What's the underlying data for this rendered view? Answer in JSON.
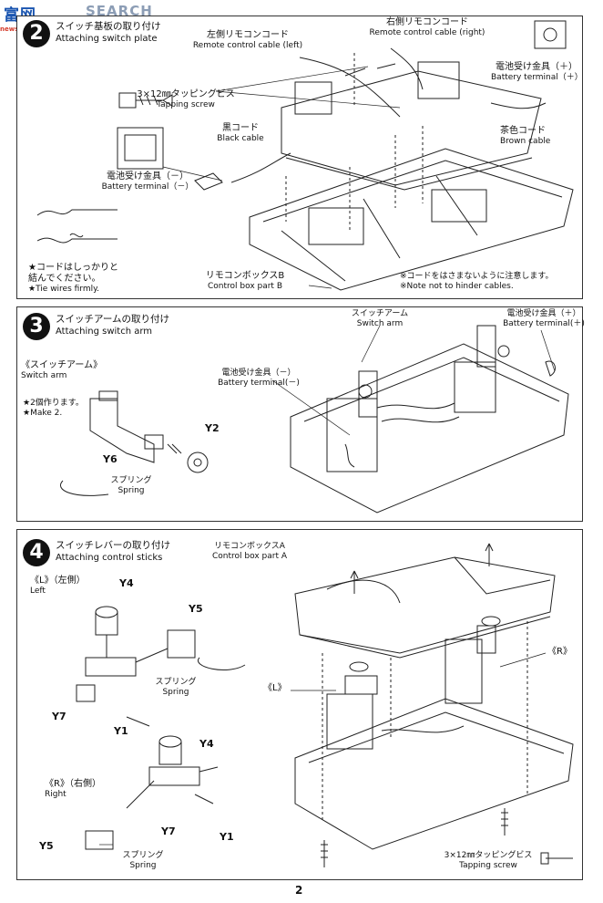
{
  "watermark": {
    "brand": "SEARCH",
    "url": "news.cnhobby.net"
  },
  "step2": {
    "number": "2",
    "title_jp": "スイッチ基板の取り付け",
    "title_en": "Attaching switch plate",
    "labels": {
      "remote_left_jp": "左側リモコンコード",
      "remote_left_en": "Remote control cable (left)",
      "remote_right_jp": "右側リモコンコード",
      "remote_right_en": "Remote control cable (right)",
      "screw_jp": "3×12㎜タッピングビス",
      "screw_en": "Tapping screw",
      "batt_plus_jp": "電池受け金具（＋）",
      "batt_plus_en": "Battery terminal（＋）",
      "black_jp": "黒コード",
      "black_en": "Black cable",
      "brown_jp": "茶色コード",
      "brown_en": "Brown cable",
      "batt_minus_jp": "電池受け金具（－）",
      "batt_minus_en": "Battery terminal（－）",
      "tie_jp_1": "★コードはしっかりと",
      "tie_jp_2": "結んでください。",
      "tie_en": "★Tie wires firmly.",
      "boxb_jp": "リモコンボックスB",
      "boxb_en": "Control box part B",
      "note_jp": "※コードをはさまないように注意します。",
      "note_en": "※Note not to hinder cables."
    }
  },
  "step3": {
    "number": "3",
    "title_jp": "スイッチアームの取り付け",
    "title_en": "Attaching switch arm",
    "labels": {
      "arm_head_jp": "《スイッチアーム》",
      "arm_head_en": "Switch arm",
      "make_jp": "★2個作ります。",
      "make_en": "★Make 2.",
      "y2": "Y2",
      "y6": "Y6",
      "spring_jp": "スプリング",
      "spring_en": "Spring",
      "arm_jp": "スイッチアーム",
      "arm_en": "Switch arm",
      "batt_plus_jp": "電池受け金具（＋）",
      "batt_plus_en": "Battery terminal(＋)",
      "batt_minus_jp": "電池受け金具（－）",
      "batt_minus_en": "Battery terminal(－)"
    }
  },
  "step4": {
    "number": "4",
    "title_jp": "スイッチレバーの取り付け",
    "title_en": "Attaching control sticks",
    "labels": {
      "left_head_jp": "《L》（左側）",
      "left_head_en": "Left",
      "right_head_jp": "《R》（右側）",
      "right_head_en": "Right",
      "y4": "Y4",
      "y5": "Y5",
      "y7": "Y7",
      "y1": "Y1",
      "spring_jp": "スプリング",
      "spring_en": "Spring",
      "boxa_jp": "リモコンボックスA",
      "boxa_en": "Control box part A",
      "mark_l": "《L》",
      "mark_r": "《R》",
      "screw_jp": "3×12㎜タッピングビス",
      "screw_en": "Tapping screw"
    }
  },
  "page_number": "2"
}
